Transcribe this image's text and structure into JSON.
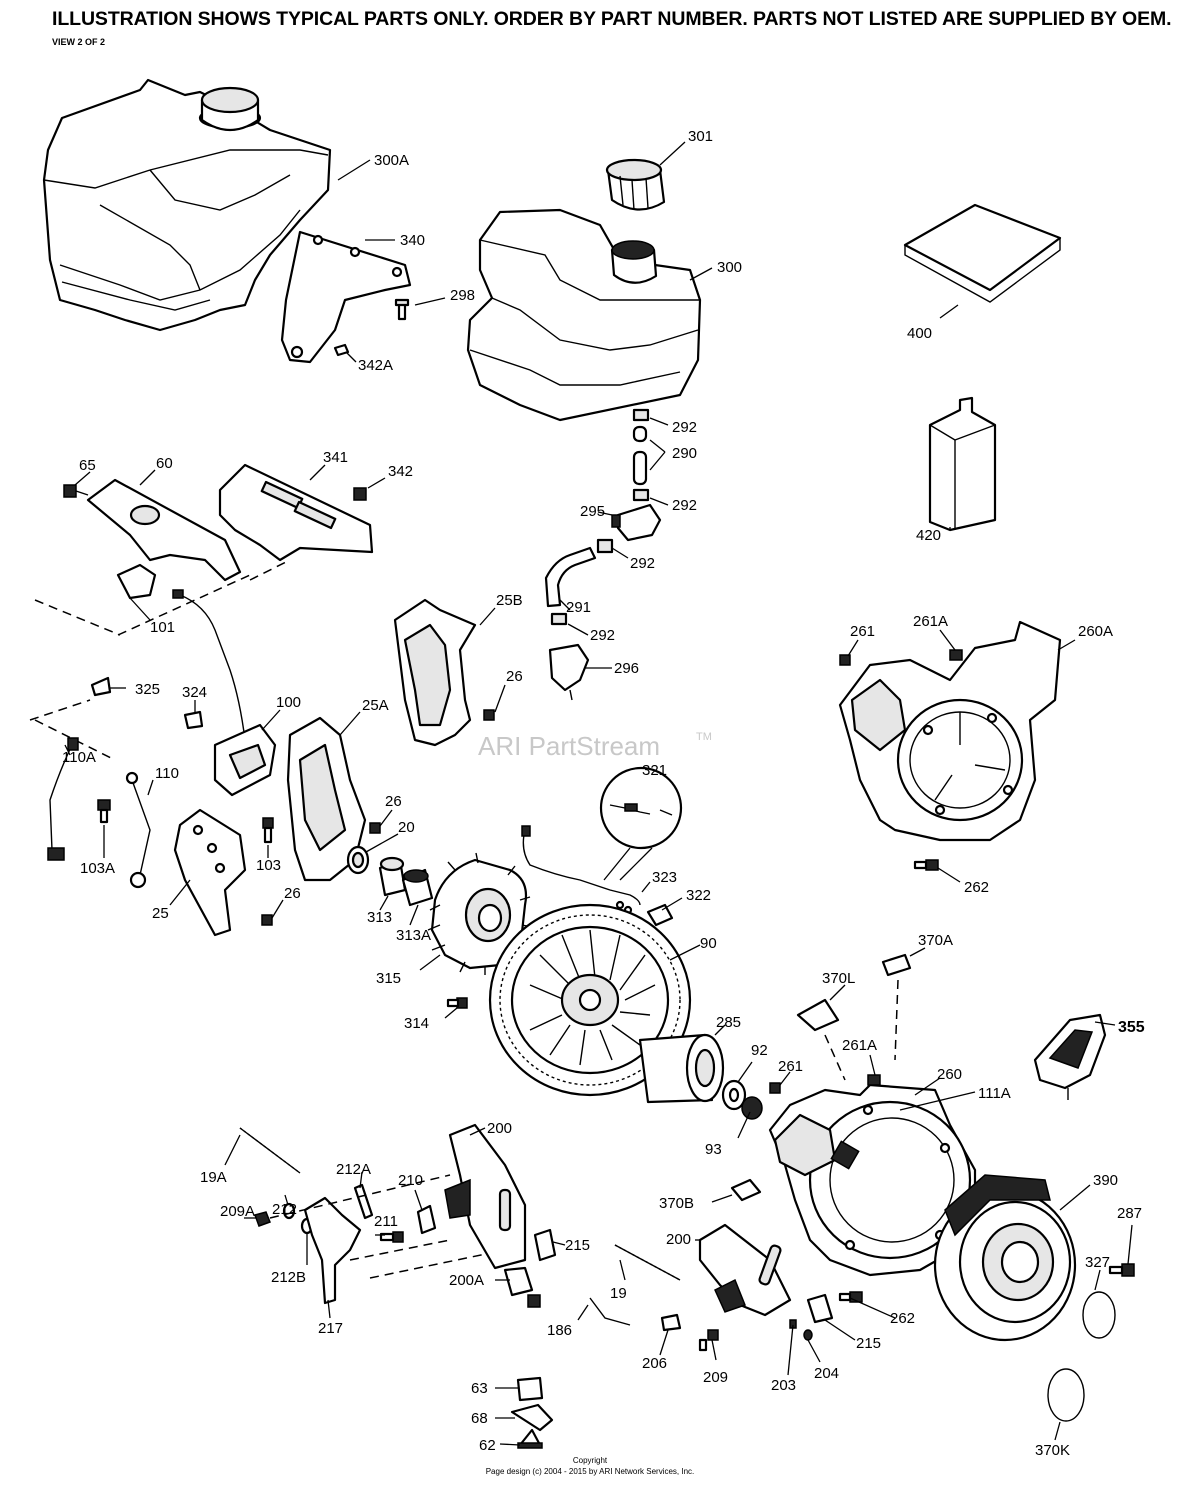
{
  "header": {
    "title": "ILLUSTRATION SHOWS TYPICAL PARTS ONLY. ORDER BY PART NUMBER. PARTS NOT LISTED ARE SUPPLIED BY OEM.",
    "view": "VIEW 2 OF 2"
  },
  "watermark": {
    "text": "ARI PartStream",
    "tm": "TM"
  },
  "footer": {
    "copyright": "Copyright",
    "page_design": "Page design (c) 2004 - 2015 by ARI Network Services, Inc."
  },
  "labels": {
    "p300A": "300A",
    "p301": "301",
    "p340": "340",
    "p298": "298",
    "p300": "300",
    "p342A": "342A",
    "p400": "400",
    "p292a": "292",
    "p290": "290",
    "p292b": "292",
    "p420": "420",
    "p65": "65",
    "p60": "60",
    "p341": "341",
    "p342": "342",
    "p295": "295",
    "p292c": "292",
    "p101": "101",
    "p291": "291",
    "p25B": "25B",
    "p292d": "292",
    "p261a": "261",
    "p261A_a": "261A",
    "p260A": "260A",
    "p296": "296",
    "p325": "325",
    "p324": "324",
    "p26a": "26",
    "p100": "100",
    "p25A": "25A",
    "p110A": "110A",
    "p110": "110",
    "p26b": "26",
    "p321": "321",
    "p20": "20",
    "p103": "103",
    "p103A": "103A",
    "p323": "323",
    "p262a": "262",
    "p322": "322",
    "p25": "25",
    "p26c": "26",
    "p313": "313",
    "p313A": "313A",
    "p90": "90",
    "p370A": "370A",
    "p315": "315",
    "p370L": "370L",
    "p314": "314",
    "p285": "285",
    "p355": "355",
    "p92": "92",
    "p261A_b": "261A",
    "p261b": "261",
    "p260": "260",
    "p111A": "111A",
    "p93": "93",
    "p19A": "19A",
    "p200a": "200",
    "p212A": "212A",
    "p210": "210",
    "p390": "390",
    "p209A": "209A",
    "p212": "212",
    "p211": "211",
    "p370B": "370B",
    "p287": "287",
    "p215a": "215",
    "p200b": "200",
    "p327": "327",
    "p212B": "212B",
    "p200A": "200A",
    "p19": "19",
    "p262b": "262",
    "p217": "217",
    "p186": "186",
    "p215b": "215",
    "p206": "206",
    "p209": "209",
    "p203": "203",
    "p204": "204",
    "p370K": "370K",
    "p63": "63",
    "p68": "68",
    "p62": "62"
  }
}
